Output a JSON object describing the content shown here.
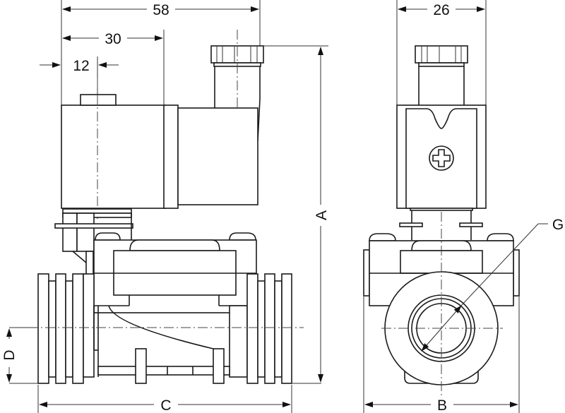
{
  "drawing": {
    "title": "Solenoid valve dimensional drawing",
    "views": [
      "side-view",
      "end-view"
    ]
  },
  "dimensions": {
    "overall_coil_width": "58",
    "coil_body_width": "30",
    "coil_offset": "12",
    "end_view_coil_width": "26",
    "height_label": "A",
    "end_width_label": "B",
    "length_label": "C",
    "port_height_label": "D",
    "thread_label": "G"
  },
  "colors": {
    "line": "#1a1a1a",
    "background": "#ffffff"
  }
}
